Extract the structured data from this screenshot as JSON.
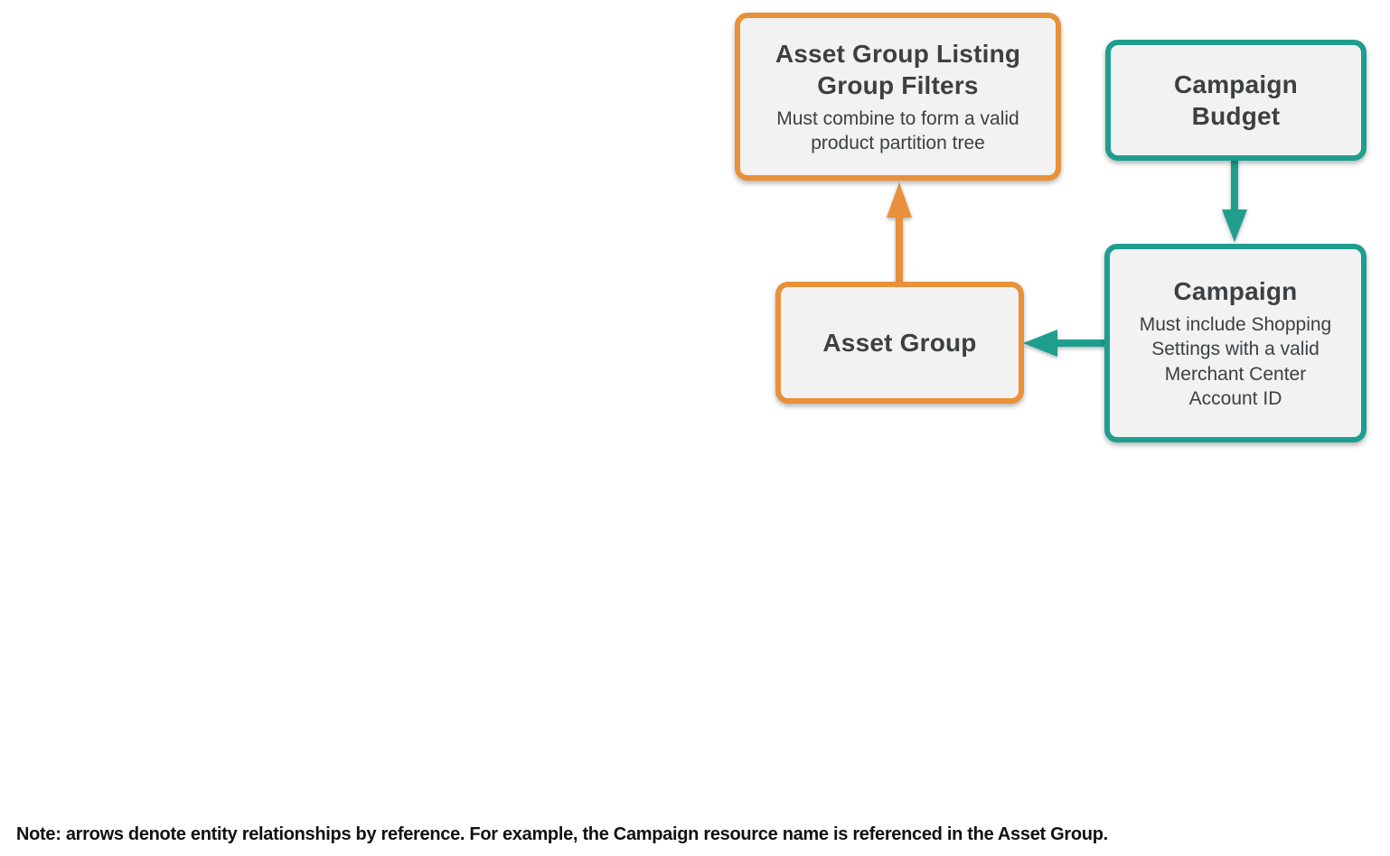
{
  "colors": {
    "orange": "#E8913A",
    "teal": "#1F9E8E",
    "box_fill": "#F2F2F2",
    "title_text": "#3C4043",
    "note_text": "#111111"
  },
  "diagram": {
    "nodes": {
      "listing_filters": {
        "title": "Asset Group Listing Group Filters",
        "subtitle": "Must combine to form a valid product partition tree",
        "accent": "orange"
      },
      "campaign_budget": {
        "title": "Campaign Budget",
        "accent": "teal"
      },
      "campaign": {
        "title": "Campaign",
        "subtitle": "Must include Shopping Settings with a valid Merchant Center Account ID",
        "accent": "teal"
      },
      "asset_group": {
        "title": "Asset Group",
        "accent": "orange"
      }
    },
    "edges": [
      {
        "from": "asset_group",
        "to": "listing_filters",
        "color": "orange",
        "direction": "up"
      },
      {
        "from": "campaign_budget",
        "to": "campaign",
        "color": "teal",
        "direction": "down"
      },
      {
        "from": "campaign",
        "to": "asset_group",
        "color": "teal",
        "direction": "left"
      }
    ]
  },
  "note": "Note: arrows denote entity relationships by reference. For example, the Campaign resource name is referenced in the Asset Group."
}
